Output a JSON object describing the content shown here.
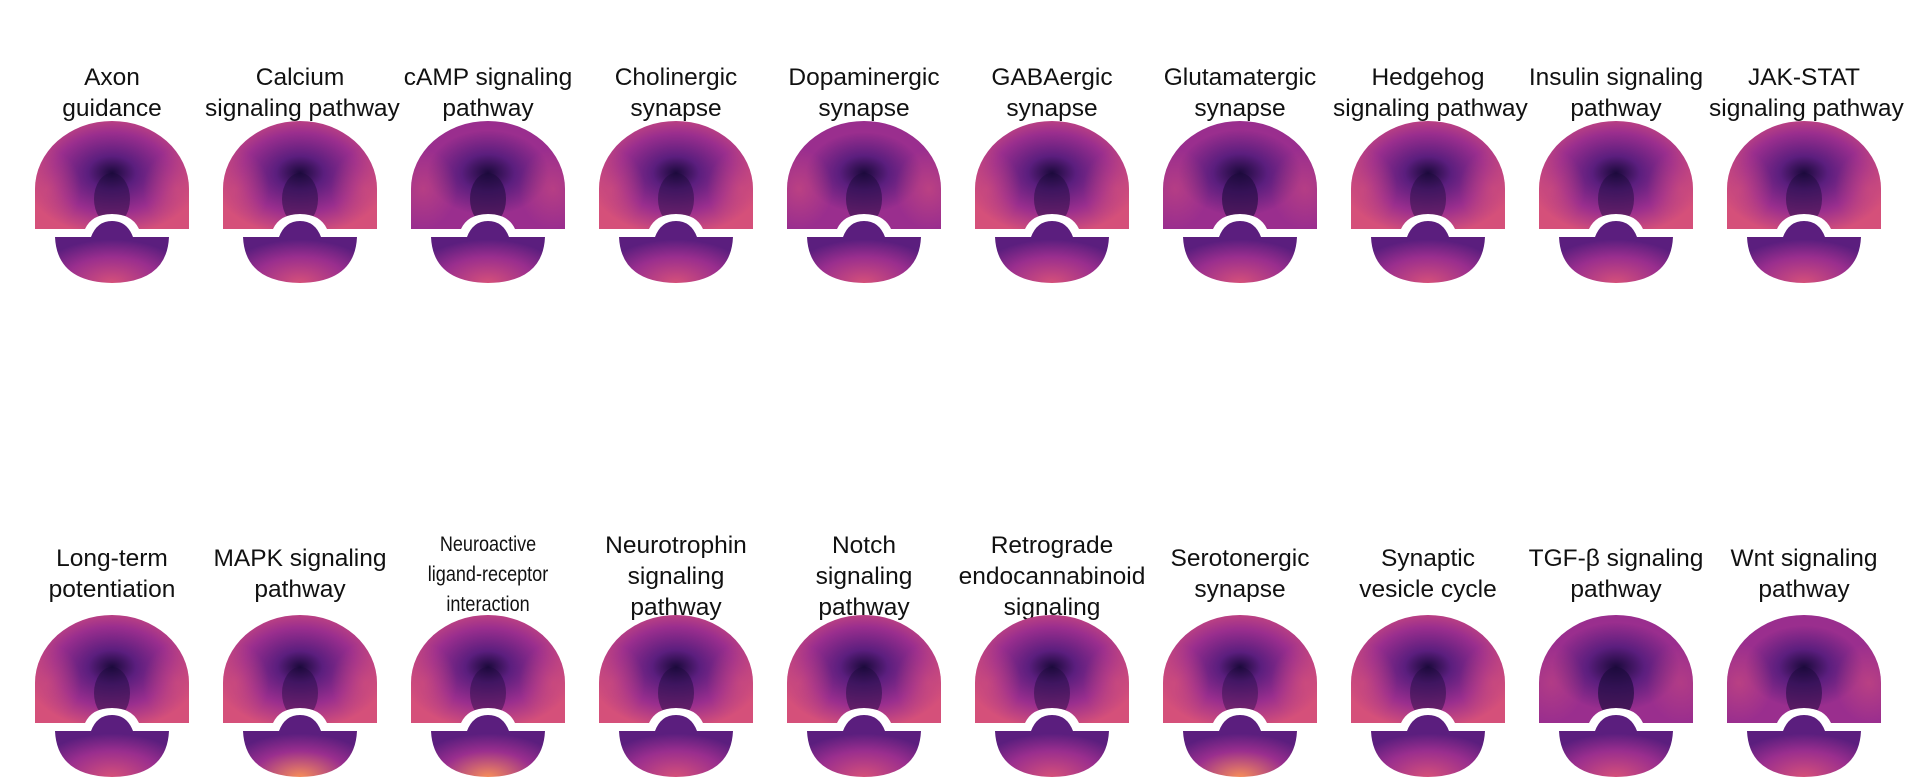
{
  "panels": [
    {
      "label": [
        "Axon",
        "guidance"
      ],
      "intensity": 0.55
    },
    {
      "label": [
        "Calcium",
        "signaling pathway"
      ],
      "intensity": 0.55
    },
    {
      "label": [
        "cAMP signaling",
        "pathway"
      ],
      "intensity": 0.35
    },
    {
      "label": [
        "Cholinergic",
        "synapse"
      ],
      "intensity": 0.6
    },
    {
      "label": [
        "Dopaminergic",
        "synapse"
      ],
      "intensity": 0.5
    },
    {
      "label": [
        "GABAergic",
        "synapse"
      ],
      "intensity": 0.55
    },
    {
      "label": [
        "Glutamatergic",
        "synapse"
      ],
      "intensity": 0.3
    },
    {
      "label": [
        "Hedgehog",
        "signaling pathway"
      ],
      "intensity": 0.6
    },
    {
      "label": [
        "Insulin signaling",
        "pathway"
      ],
      "intensity": 0.55
    },
    {
      "label": [
        "JAK-STAT",
        "signaling pathway"
      ],
      "intensity": 0.55
    },
    {
      "label": [
        "Long-term",
        "potentiation"
      ],
      "intensity": 0.55
    },
    {
      "label": [
        "MAPK signaling",
        "pathway"
      ],
      "intensity": 0.65
    },
    {
      "label": [
        "Neuroactive",
        "ligand-receptor",
        "interaction"
      ],
      "intensity": 0.65
    },
    {
      "label": [
        "Neurotrophin",
        "signaling",
        "pathway"
      ],
      "intensity": 0.55
    },
    {
      "label": [
        "Notch",
        "signaling",
        "pathway"
      ],
      "intensity": 0.55
    },
    {
      "label": [
        "Retrograde",
        "endocannabinoid",
        "signaling"
      ],
      "intensity": 0.6
    },
    {
      "label": [
        "Serotonergic",
        "synapse"
      ],
      "intensity": 0.75
    },
    {
      "label": [
        "Synaptic",
        "vesicle cycle"
      ],
      "intensity": 0.6
    },
    {
      "label": [
        "TGF-β signaling",
        "pathway"
      ],
      "intensity": 0.2
    },
    {
      "label": [
        "Wnt signaling",
        "pathway"
      ],
      "intensity": 0.45
    }
  ],
  "colors": {
    "low": "#1c0a3c",
    "mid_low": "#5b1e7e",
    "mid": "#9a2e8e",
    "mid_high": "#d5507a",
    "high": "#f68d5a",
    "peak": "#fde3a0"
  }
}
